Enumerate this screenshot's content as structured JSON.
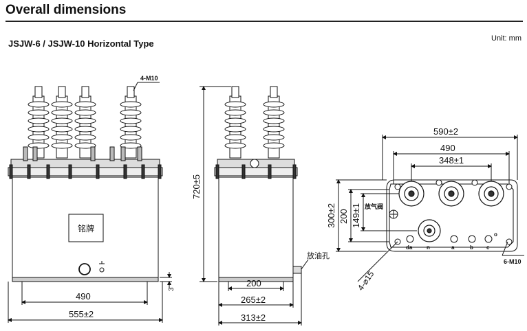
{
  "header": {
    "title": "Overall dimensions",
    "subtitle": "JSJW-6 / JSJW-10 Horizontal Type",
    "unit": "Unit: mm"
  },
  "front_view": {
    "callout_bolts": "4-M10",
    "nameplate": "铭牌",
    "dims": {
      "inner_width": "490",
      "overall_width": "555±2",
      "base_height": "3"
    }
  },
  "side_view": {
    "height": "720±5",
    "drain_label": "放油孔",
    "dims": {
      "a": "200",
      "b": "265±2",
      "c": "313±2"
    }
  },
  "top_view": {
    "dims": {
      "outer": "590±2",
      "mid": "490",
      "inner": "348±1",
      "h_outer": "300±2",
      "h_mid": "200",
      "h_inner": "149±1"
    },
    "valve_label": "放气阀",
    "holes": "4-⌀15",
    "bolts": "6-M10",
    "terminals": [
      "da",
      "n",
      "a",
      "b",
      "c",
      "o"
    ]
  }
}
